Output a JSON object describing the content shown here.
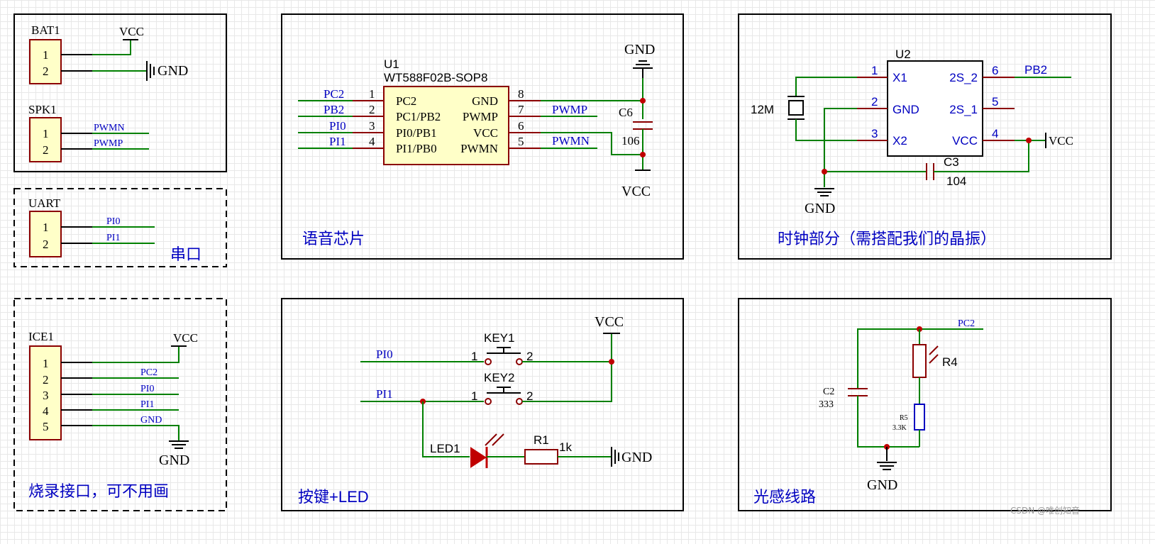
{
  "panels": {
    "bat": {
      "bat_ref": "BAT1",
      "spk_ref": "SPK1",
      "vcc": "VCC",
      "gnd": "GND",
      "pin1": "1",
      "pin2": "2",
      "net_pwmn": "PWMN",
      "net_pwmp": "PWMP"
    },
    "uart": {
      "ref": "UART",
      "net1": "PI0",
      "net2": "PI1",
      "pin1": "1",
      "pin2": "2",
      "title": "串口"
    },
    "ice": {
      "ref": "ICE1",
      "vcc": "VCC",
      "gnd": "GND",
      "pins": [
        "1",
        "2",
        "3",
        "4",
        "5"
      ],
      "nets": [
        "PC2",
        "PI0",
        "PI1",
        "GND"
      ],
      "title": "烧录接口，可不用画"
    },
    "voice": {
      "ref": "U1",
      "part": "WT588F02B-SOP8",
      "left_nets": [
        "PC2",
        "PB2",
        "PI0",
        "PI1"
      ],
      "left_pins": [
        "1",
        "2",
        "3",
        "4"
      ],
      "left_names": [
        "PC2",
        "PC1/PB2",
        "PI0/PB1",
        "PI1/PB0"
      ],
      "right_names": [
        "GND",
        "PWMP",
        "VCC",
        "PWMN"
      ],
      "right_pins": [
        "8",
        "7",
        "6",
        "5"
      ],
      "right_nets": [
        "PWMP",
        "PWMN"
      ],
      "gnd": "GND",
      "vcc": "VCC",
      "cap_ref": "C6",
      "cap_val": "106",
      "title": "语音芯片"
    },
    "clock": {
      "ref": "U2",
      "crystal": "12M",
      "left_pins": [
        "1",
        "2",
        "3"
      ],
      "left_names": [
        "X1",
        "GND",
        "X2"
      ],
      "right_names": [
        "2S_2",
        "2S_1",
        "VCC"
      ],
      "right_pins": [
        "6",
        "5",
        "4"
      ],
      "net_pb2": "PB2",
      "vcc": "VCC",
      "gnd": "GND",
      "cap_ref": "C3",
      "cap_val": "104",
      "title": "时钟部分（需搭配我们的晶振）"
    },
    "keys": {
      "net_pi0": "PI0",
      "net_pi1": "PI1",
      "vcc": "VCC",
      "gnd": "GND",
      "key1": "KEY1",
      "key2": "KEY2",
      "pin1": "1",
      "pin2": "2",
      "led": "LED1",
      "res_ref": "R1",
      "res_val": "1k",
      "title": "按键+LED"
    },
    "light": {
      "net": "PC2",
      "cap_ref": "C2",
      "cap_val": "333",
      "ldr_ref": "R4",
      "res_ref": "R5",
      "res_val": "3.3K",
      "gnd": "GND",
      "title": "光感线路"
    }
  },
  "watermark": "CSDN @唯创知音"
}
